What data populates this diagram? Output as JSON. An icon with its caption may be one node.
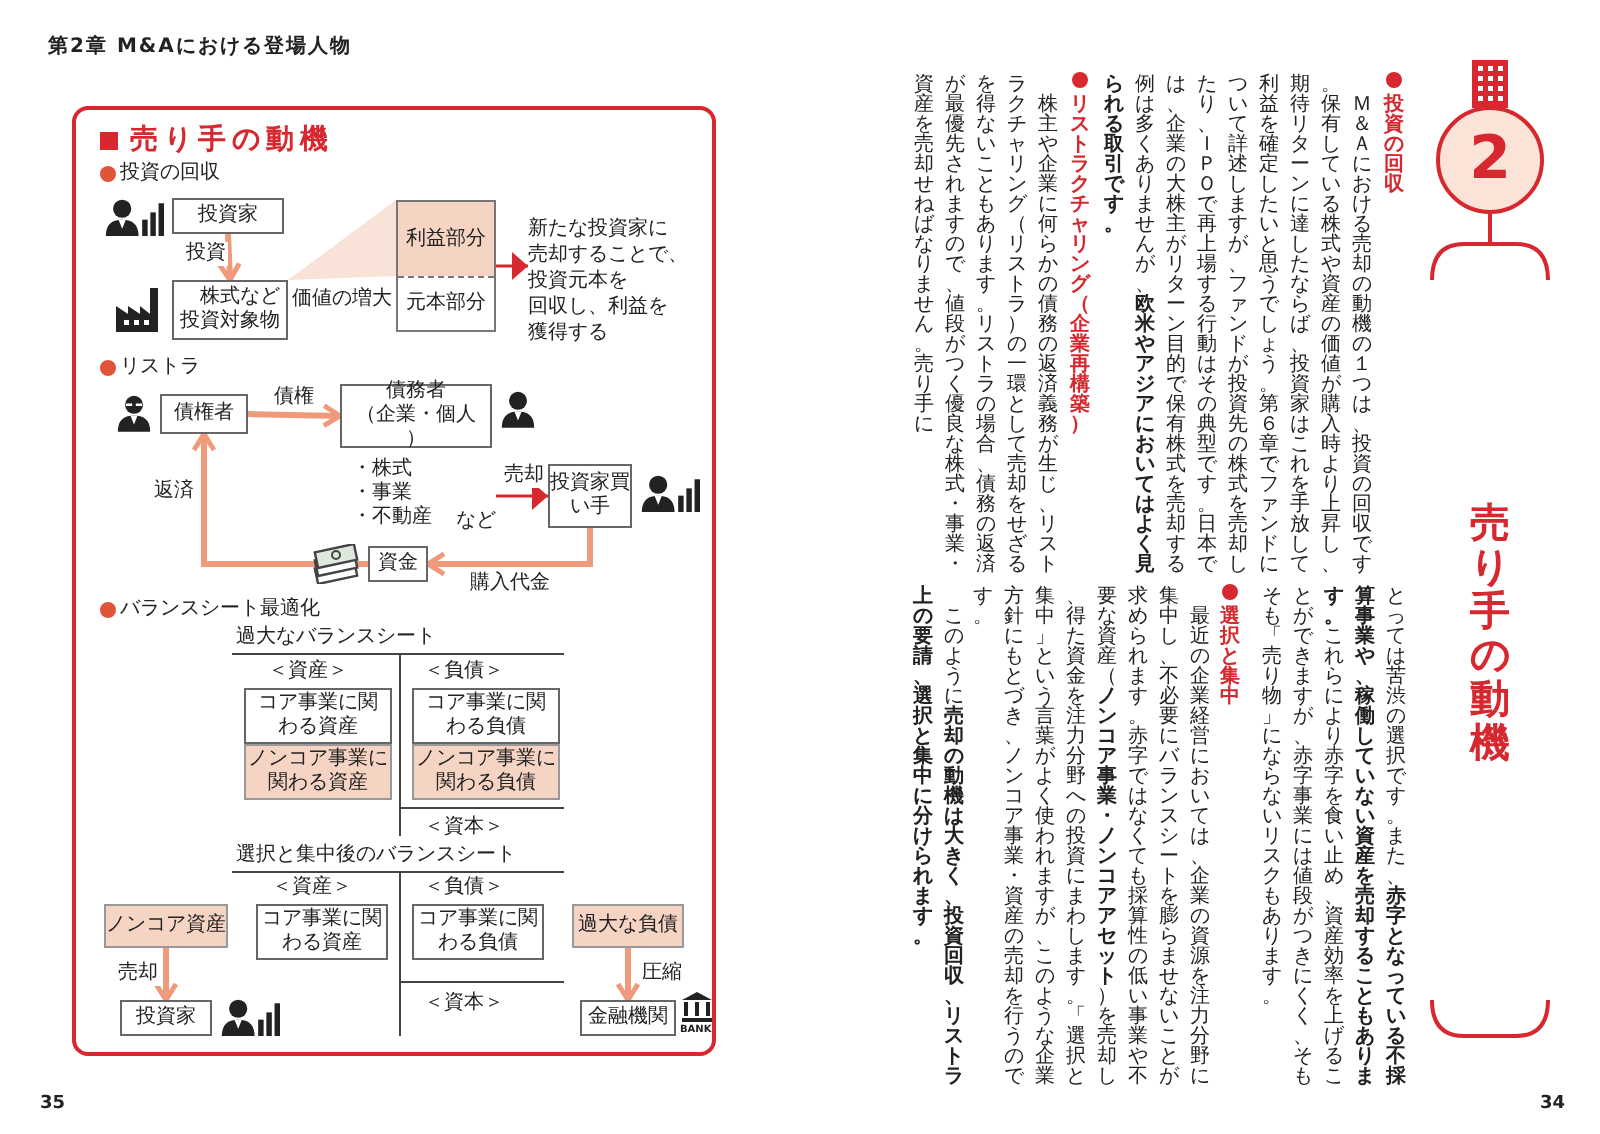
{
  "diagram": {
    "title": "売り手の動機",
    "nodes": [
      {
        "text": [
          "売り手の動機"
        ]
      },
      {
        "text": [
          "投資家"
        ],
        "in": 0
      },
      {
        "text": [
          "株式など投資対象物"
        ],
        "in": 0
      },
      {
        "text": [],
        "shape": "box",
        "in": 0
      },
      {
        "text": [
          "利益部分"
        ],
        "in": 3
      },
      {
        "text": [
          "元本部分"
        ],
        "in": 3
      },
      {
        "text": [
          "新たな投資家に売却することで、投資元本を回収し、利益を獲得する"
        ],
        "in": 0
      },
      {
        "text": [
          "債権者"
        ],
        "in": 0
      },
      {
        "text": [
          "債務者",
          "（企業・個人）"
        ],
        "in": 0
      },
      {
        "text": [
          "・株式",
          "・事業",
          "・不動産",
          "など"
        ],
        "in": 0
      },
      {
        "text": [
          "投資家買い手"
        ],
        "in": 0
      },
      {
        "text": [
          "資金"
        ],
        "in": 0
      },
      {
        "text": [
          "コア事業に関わる資産"
        ],
        "in": 0
      },
      {
        "text": [
          "コア事業に関わる負債"
        ],
        "in": 0
      },
      {
        "text": [
          "ノンコア事業に関わる資産"
        ],
        "in": 0
      },
      {
        "text": [
          "ノンコア事業に関わる負債"
        ],
        "in": 0
      },
      {
        "text": [
          "ノンコア資産"
        ],
        "in": 0
      },
      {
        "text": [
          "コア事業に関わる資産"
        ],
        "in": 0
      },
      {
        "text": [
          "コア事業に関わる負債"
        ],
        "in": 0
      },
      {
        "text": [
          "過大な負債"
        ],
        "in": 0
      },
      {
        "text": [
          "投資家"
        ],
        "in": 0
      },
      {
        "text": [
          "金融機関"
        ],
        "in": 0
      },
      {
        "text": [
          "2"
        ]
      }
    ],
    "edges": [
      {
        "from": 1,
        "to": 2,
        "arrow": "to",
        "label": "投資"
      },
      {
        "from": 3,
        "to": 6,
        "arrow": "to",
        "color": "#d7282f"
      },
      {
        "from": 7,
        "to": 8,
        "arrow": "to",
        "label": "債権"
      },
      {
        "from": 9,
        "to": 10,
        "arrow": "to",
        "label": "売却",
        "color": "#d7282f"
      },
      {
        "from": 10,
        "to": 11,
        "arrow": "to",
        "label": "購入代金"
      },
      {
        "from": 11,
        "to": 7,
        "arrow": "to",
        "label": "返済"
      },
      {
        "from": 16,
        "to": 20,
        "arrow": "to",
        "label": "売却"
      },
      {
        "from": 19,
        "to": 21,
        "arrow": "to",
        "label": "圧縮"
      }
    ],
    "labels": [
      "第2章 M&Aにおける登場人物",
      "投資の回収",
      "価値の増大",
      "リストラ",
      "バランスシート最適化",
      "過大なバランスシート",
      "＜資産＞",
      "＜負債＞",
      "＜資本＞",
      "選択と集中後のバランスシート",
      "＜資産＞",
      "＜負債＞",
      "＜資本＞",
      "BANK",
      "35",
      "投資の回収",
      "Ｍ＆Ａにおける売却の動機の１つは、投資の回収です。保有している株式や資産の価値が購入時より上昇し、期待リターンに達したならば、投資家はこれを手放して利益を確定したいと思うでしょう。第６章でファンドについて詳述しますが、ファンドが投資先の株式を売却したり、ＩＰＯで再上場する行動はその典型です。日本では、企業の大株主がリターン目的で保有株式を売却する例は多くありませんが、**欧米やアジアにおいてはよく見られる取引です。**",
      "リストラクチャリング（企業再構築）",
      "株主や企業に何らかの債務の返済義務が生じ、リストラクチャリング（リストラ）の一環として売却をせざるを得ないこともあります。リストラの場合、債務の返済が最優先されますので、値段がつく優良な株式・事業・資産を売却せねばなりません。売り手に",
      "とっては苦渋の選択です。また、**赤字となっている不採算事業や、稼働していない資産を売却することもあります。**これらにより赤字を食い止め、資産効率を上げることができますが、赤字事業には値段がつきにくく、そもそも「売り物」にならないリスクもあります。",
      "選択と集中",
      "最近の企業経営においては、企業の資源を注力分野に集中し、不必要にバランスシートを膨らませないことが求められます。赤字ではなくても採算性の低い事業や不要な資産（**ノンコア事業・ノンコアアセット**）を売却し、得た資金を注力分野への投資にまわします。「選択と集中」という言葉がよく使われますが、このような企業方針にもとづき、ノンコア事業・資産の売却を行うのです。",
      "このように**売却の動機は大きく、投資回収、リストラ上の要請、選択と集中に分けられます。**",
      "34"
    ]
  }
}
